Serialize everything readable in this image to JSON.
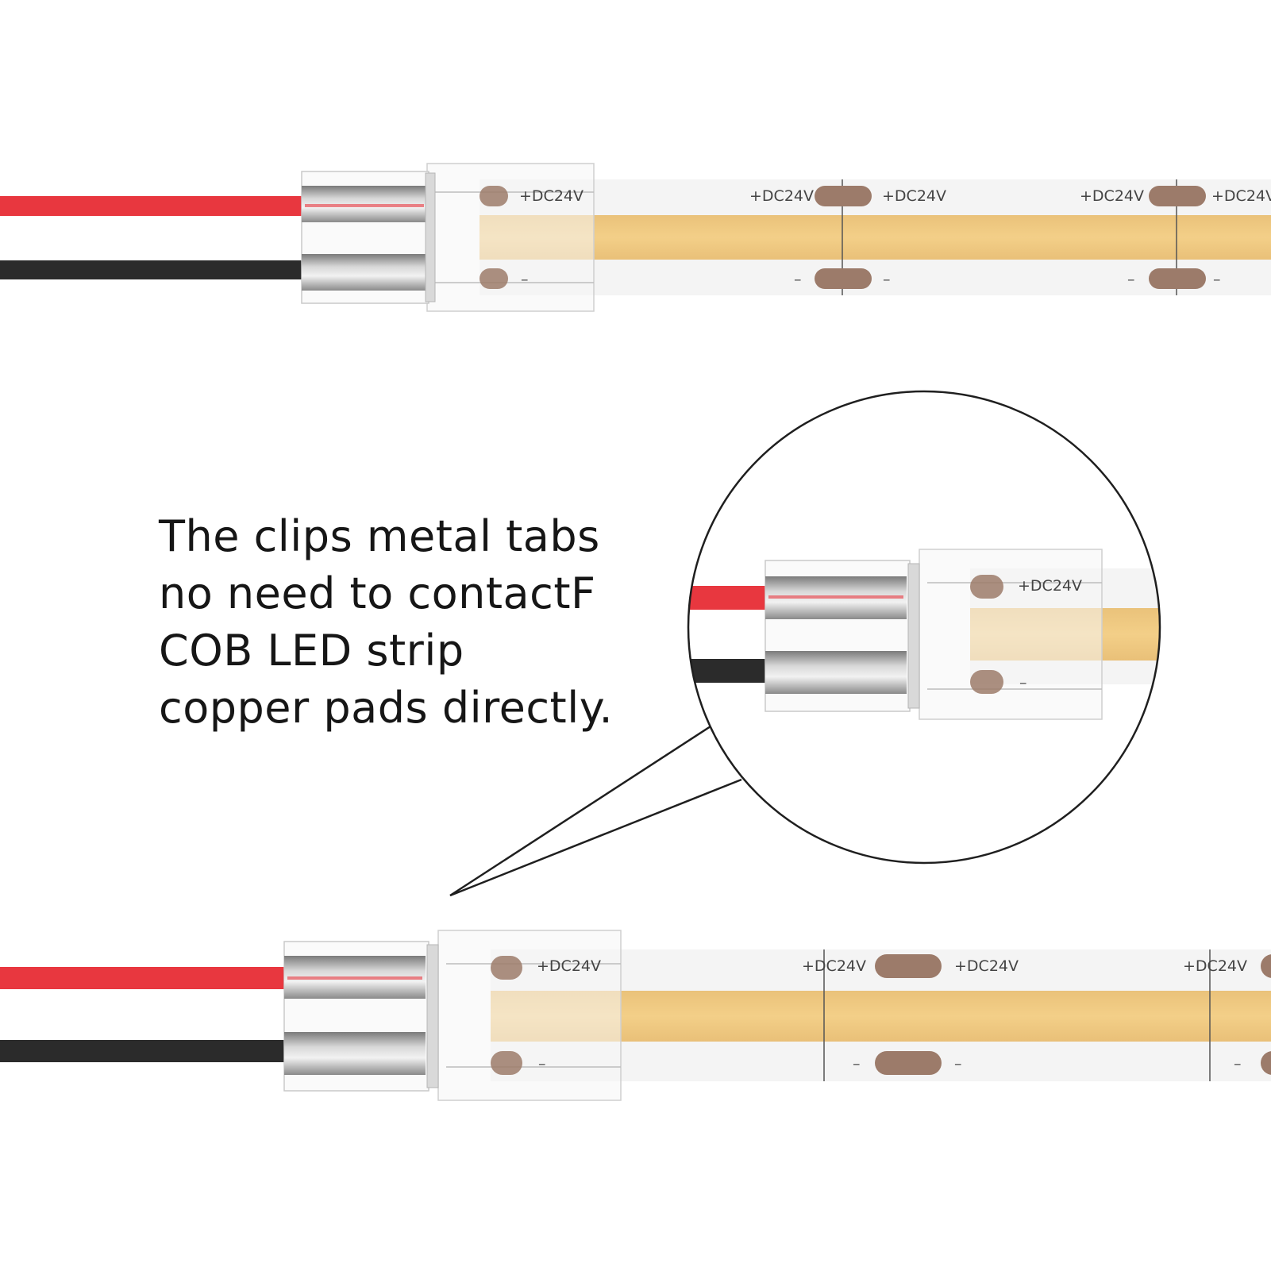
{
  "caption": {
    "lines": [
      "The clips metal tabs",
      "no need to contactF",
      "COB LED strip",
      "copper pads directly."
    ]
  },
  "strip_labels": {
    "positive": "+DC24V",
    "negative": "–"
  },
  "colors": {
    "red_wire": "#e8373f",
    "black_wire": "#2b2b2b",
    "led_band": "#f1c97e",
    "copper_pad": "#9c7b6a",
    "strip_base": "#f4f4f4",
    "outline": "#1f1f1f"
  }
}
